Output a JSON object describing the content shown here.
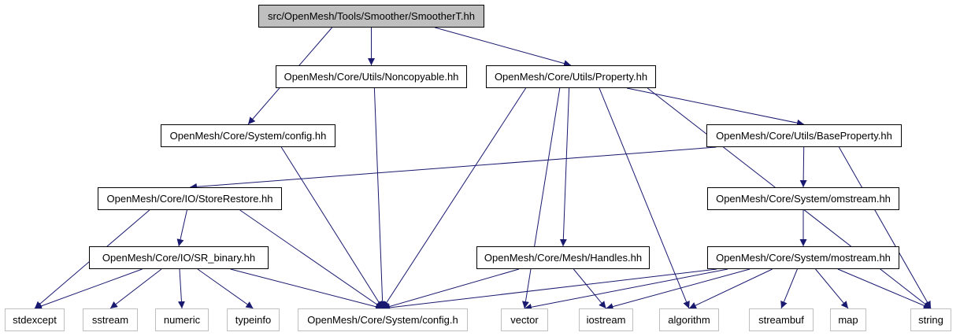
{
  "colors": {
    "edge": "#191970",
    "external_border": "#bfbfbf",
    "root_fill": "#bfbfbf"
  },
  "nodes": {
    "root": "src/OpenMesh/Tools/Smoother/SmootherT.hh",
    "noncopyable": "OpenMesh/Core/Utils/Noncopyable.hh",
    "property": "OpenMesh/Core/Utils/Property.hh",
    "config_hh": "OpenMesh/Core/System/config.hh",
    "baseproperty": "OpenMesh/Core/Utils/BaseProperty.hh",
    "storerestore": "OpenMesh/Core/IO/StoreRestore.hh",
    "omstream": "OpenMesh/Core/System/omstream.hh",
    "sr_binary": "OpenMesh/Core/IO/SR_binary.hh",
    "handles": "OpenMesh/Core/Mesh/Handles.hh",
    "mostream": "OpenMesh/Core/System/mostream.hh",
    "stdexcept": "stdexcept",
    "sstream": "sstream",
    "numeric": "numeric",
    "typeinfo": "typeinfo",
    "config_h": "OpenMesh/Core/System/config.h",
    "vector": "vector",
    "iostream": "iostream",
    "algorithm": "algorithm",
    "streambuf": "streambuf",
    "map": "map",
    "string": "string"
  },
  "edges": [
    [
      "root",
      "config_hh"
    ],
    [
      "root",
      "noncopyable"
    ],
    [
      "root",
      "property"
    ],
    [
      "noncopyable",
      "config_h"
    ],
    [
      "config_hh",
      "config_h"
    ],
    [
      "property",
      "baseproperty"
    ],
    [
      "property",
      "config_h"
    ],
    [
      "property",
      "vector"
    ],
    [
      "property",
      "handles"
    ],
    [
      "property",
      "algorithm"
    ],
    [
      "property",
      "string"
    ],
    [
      "baseproperty",
      "storerestore"
    ],
    [
      "baseproperty",
      "omstream"
    ],
    [
      "baseproperty",
      "string"
    ],
    [
      "storerestore",
      "stdexcept"
    ],
    [
      "storerestore",
      "sr_binary"
    ],
    [
      "storerestore",
      "config_h"
    ],
    [
      "omstream",
      "mostream"
    ],
    [
      "sr_binary",
      "stdexcept"
    ],
    [
      "sr_binary",
      "sstream"
    ],
    [
      "sr_binary",
      "numeric"
    ],
    [
      "sr_binary",
      "typeinfo"
    ],
    [
      "sr_binary",
      "config_h"
    ],
    [
      "handles",
      "config_h"
    ],
    [
      "handles",
      "iostream"
    ],
    [
      "mostream",
      "config_h"
    ],
    [
      "mostream",
      "vector"
    ],
    [
      "mostream",
      "iostream"
    ],
    [
      "mostream",
      "algorithm"
    ],
    [
      "mostream",
      "streambuf"
    ],
    [
      "mostream",
      "map"
    ],
    [
      "mostream",
      "string"
    ]
  ]
}
